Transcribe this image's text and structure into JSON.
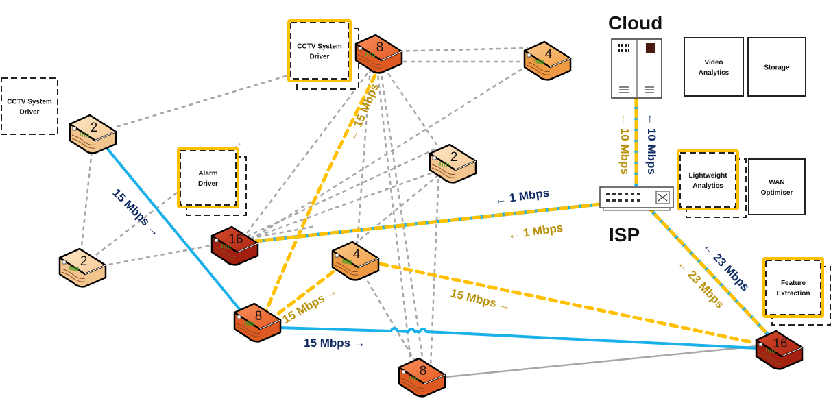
{
  "labels": {
    "cloud": "Cloud",
    "isp": "ISP"
  },
  "colors": {
    "blue_link": "#1ab0ea",
    "gold_link": "#ffc000",
    "navy_text": "#0f2a63",
    "gold_text": "#b8900a",
    "mesh_link": "#a6a6a6",
    "node_light": "#fbd6a8",
    "node_mid": "#f8b66a",
    "node_orange": "#f4743b",
    "node_red": "#c0321a"
  },
  "nodes": [
    {
      "id": "n2a",
      "label": "2",
      "tier": "light"
    },
    {
      "id": "n2b",
      "label": "2",
      "tier": "light"
    },
    {
      "id": "n8top",
      "label": "8",
      "tier": "orange"
    },
    {
      "id": "n4top",
      "label": "4",
      "tier": "mid"
    },
    {
      "id": "n2mid",
      "label": "2",
      "tier": "light"
    },
    {
      "id": "n16left",
      "label": "16",
      "tier": "red"
    },
    {
      "id": "n4mid",
      "label": "4",
      "tier": "mid"
    },
    {
      "id": "n8left",
      "label": "8",
      "tier": "orange"
    },
    {
      "id": "n8bottom",
      "label": "8",
      "tier": "orange"
    },
    {
      "id": "n16right",
      "label": "16",
      "tier": "red"
    }
  ],
  "service_boxes": [
    {
      "id": "cctv-left",
      "lines": [
        "CCTV System",
        "Driver"
      ],
      "style": "dashed"
    },
    {
      "id": "cctv-top",
      "lines": [
        "CCTV System",
        "Driver"
      ],
      "style": "active"
    },
    {
      "id": "alarm",
      "lines": [
        "Alarm",
        "Driver"
      ],
      "style": "active"
    },
    {
      "id": "video-analytics",
      "lines": [
        "Video",
        "Analytics"
      ],
      "style": "solid"
    },
    {
      "id": "storage",
      "lines": [
        "Storage"
      ],
      "style": "solid"
    },
    {
      "id": "lightweight",
      "lines": [
        "Lightweight",
        "Analytics"
      ],
      "style": "active"
    },
    {
      "id": "wan",
      "lines": [
        "WAN",
        "Optimiser"
      ],
      "style": "solid"
    },
    {
      "id": "feature",
      "lines": [
        "Feature",
        "Extraction"
      ],
      "style": "active"
    }
  ],
  "rates": [
    {
      "id": "r1",
      "text": "15 Mbps →",
      "color": "navy"
    },
    {
      "id": "r2",
      "text": "← 15 Mbps",
      "color": "gold"
    },
    {
      "id": "r3",
      "text": "15 Mbps →",
      "color": "gold"
    },
    {
      "id": "r4",
      "text": "15 Mbps →",
      "color": "gold"
    },
    {
      "id": "r5",
      "text": "15 Mbps →",
      "color": "navy"
    },
    {
      "id": "r6",
      "text": "← 1 Mbps",
      "color": "navy"
    },
    {
      "id": "r7",
      "text": "← 1 Mbps",
      "color": "gold"
    },
    {
      "id": "r8",
      "text": "← 10 Mbps",
      "color": "gold"
    },
    {
      "id": "r9",
      "text": "← 10 Mbps",
      "color": "navy"
    },
    {
      "id": "r10",
      "text": "← 23 Mbps",
      "color": "navy"
    },
    {
      "id": "r11",
      "text": "← 23 Mbps",
      "color": "gold"
    }
  ]
}
